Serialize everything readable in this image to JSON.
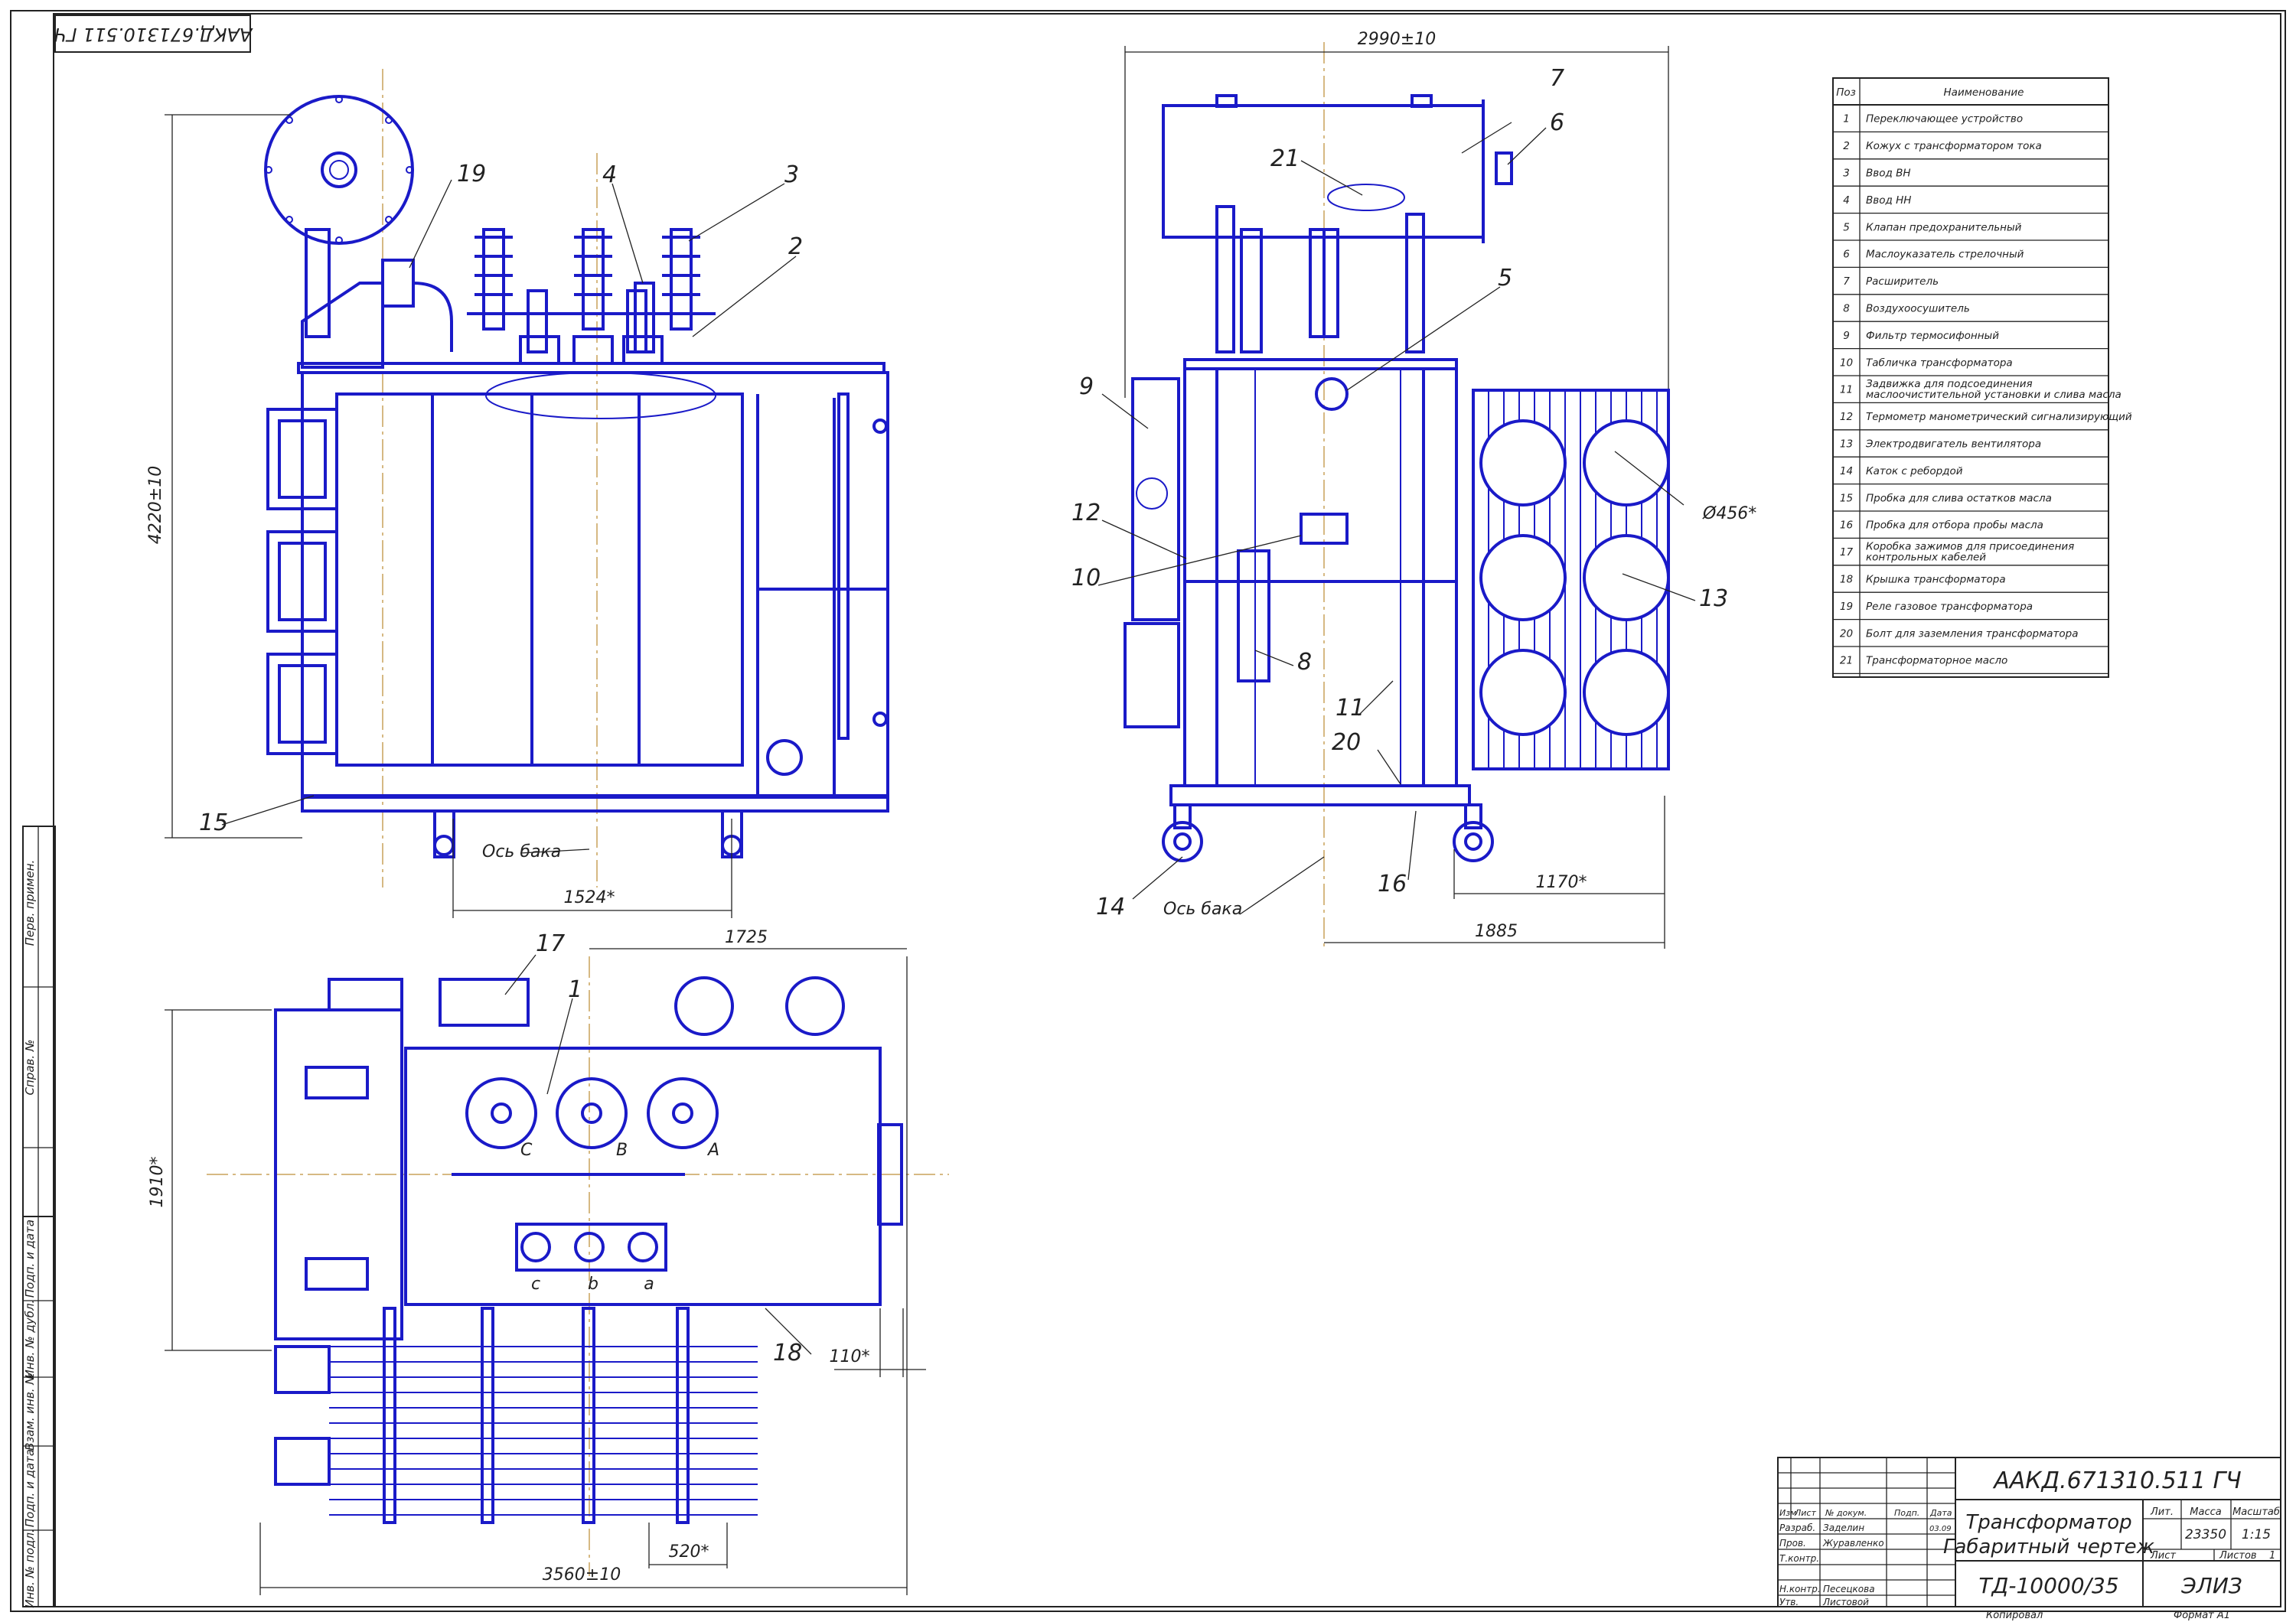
{
  "drawing": {
    "code_rotated": "ААКД.671310.511 ГЧ",
    "dimensions": {
      "front_width": "2990±10",
      "front_height": "4220±10",
      "side_wheel_track": "1524*",
      "side_axis": "Ось бака",
      "front_wheel_span": "1170*",
      "front_depth": "1885",
      "fan_diameter": "Ø456*",
      "plan_length": "3560±10",
      "plan_width": "1910*",
      "plan_offset": "1725",
      "plan_radiator": "520*",
      "plan_flange": "110*"
    },
    "plan_bushings_hv": [
      "C",
      "B",
      "A"
    ],
    "plan_bushings_lv": [
      "c",
      "b",
      "a"
    ],
    "leaders": [
      "1",
      "2",
      "3",
      "4",
      "5",
      "6",
      "7",
      "8",
      "9",
      "10",
      "11",
      "12",
      "13",
      "14",
      "15",
      "16",
      "17",
      "18",
      "19",
      "20",
      "21"
    ]
  },
  "spec_table": {
    "header_pos": "Поз",
    "header_name": "Наименование",
    "rows": [
      {
        "pos": "1",
        "name": "Переключающее устройство"
      },
      {
        "pos": "2",
        "name": "Кожух с трансформатором тока"
      },
      {
        "pos": "3",
        "name": "Ввод ВН"
      },
      {
        "pos": "4",
        "name": "Ввод НН"
      },
      {
        "pos": "5",
        "name": "Клапан предохранительный"
      },
      {
        "pos": "6",
        "name": "Маслоуказатель стрелочный"
      },
      {
        "pos": "7",
        "name": "Расширитель"
      },
      {
        "pos": "8",
        "name": "Воздухоосушитель"
      },
      {
        "pos": "9",
        "name": "Фильтр термосифонный"
      },
      {
        "pos": "10",
        "name": "Табличка трансформатора"
      },
      {
        "pos": "11",
        "name": "Задвижка для подсоединения маслоочистительной установки и слива масла"
      },
      {
        "pos": "12",
        "name": "Термометр манометрический сигнализирующий"
      },
      {
        "pos": "13",
        "name": "Электродвигатель вентилятора"
      },
      {
        "pos": "14",
        "name": "Каток с ребордой"
      },
      {
        "pos": "15",
        "name": "Пробка для слива остатков масла"
      },
      {
        "pos": "16",
        "name": "Пробка для отбора пробы масла"
      },
      {
        "pos": "17",
        "name": "Коробка зажимов для присоединения контрольных кабелей"
      },
      {
        "pos": "18",
        "name": "Крышка трансформатора"
      },
      {
        "pos": "19",
        "name": "Реле газовое трансформатора"
      },
      {
        "pos": "20",
        "name": "Болт для заземления трансформатора"
      },
      {
        "pos": "21",
        "name": "Трансформаторное масло"
      }
    ]
  },
  "title_block": {
    "code": "ААКД.671310.511 ГЧ",
    "title_line1": "Трансформатор",
    "title_line2": "Габаритный чертеж",
    "model": "ТД-10000/35",
    "company": "ЭЛИЗ",
    "lit_label": "Лит.",
    "mass_label": "Масса",
    "scale_label": "Масштаб",
    "mass": "23350",
    "scale": "1:15",
    "sheet_label": "Лист",
    "sheets_label": "Листов",
    "sheets": "1",
    "col_izm": "Изм",
    "col_list": "Лист",
    "col_doc": "№ докум.",
    "col_sign": "Подп.",
    "col_date": "Дата",
    "row_razrab": "Разраб.",
    "row_prov": "Пров.",
    "row_tkontr": "Т.контр.",
    "row_nkontr": "Н.контр.",
    "row_utv": "Утв.",
    "name_razrab": "Заделин",
    "name_prov": "Журавленко",
    "name_nkontr": "Песецкова",
    "name_utv": "Листовой",
    "date_razrab": "03.09",
    "copied": "Копировал",
    "format": "Формат A1"
  },
  "side_stamp": {
    "perv_primen": "Перв. примен.",
    "sprav": "Справ. №",
    "podp_data_1": "Подп. и дата",
    "inv_dubl": "Инв. № дубл.",
    "vzam_inv": "Взам. инв. №",
    "podp_data_2": "Подп. и дата",
    "inv_podl": "Инв. № подл."
  }
}
